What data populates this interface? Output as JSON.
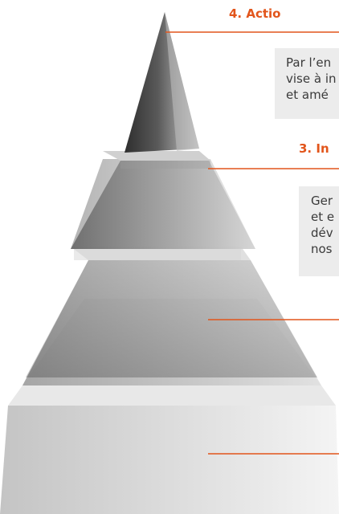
{
  "accent_color": "#e2551b",
  "levels": [
    {
      "title": "4. Actio",
      "description_lines": [
        "Par l’en",
        "vise à in",
        "et amé"
      ]
    },
    {
      "title": "3. In",
      "description_lines": [
        "Ger",
        "et e",
        "dév",
        "nos"
      ]
    },
    {
      "title": "",
      "description_lines": []
    },
    {
      "title": "",
      "description_lines": []
    }
  ]
}
